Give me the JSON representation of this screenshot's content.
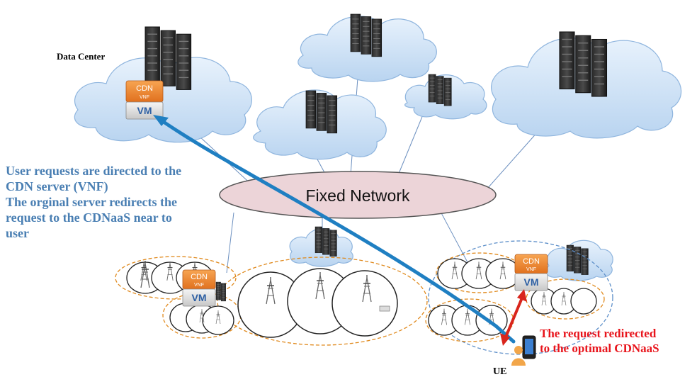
{
  "labels": {
    "data_center": "Data Center",
    "fixed_network": "Fixed Network",
    "ue": "UE",
    "cdn": "CDN",
    "vnf": "VNF",
    "vm": "VM"
  },
  "annotation_left": {
    "line1": "User requests are directed to the",
    "line2": "CDN server (VNF)",
    "line3": "The orginal server redirects the",
    "line4": "request to the CDNaaS near to",
    "line5": "user"
  },
  "annotation_right": {
    "line1": "The request redirected",
    "line2": "to the optimal CDNaaS"
  },
  "colors": {
    "cloud_fill": "#cfe2f6",
    "network_fill": "#ecd4d8",
    "blue_arrow": "#1f7fc2",
    "red_arrow": "#d9251c",
    "caption_blue": "#4a7fb3",
    "red_text": "#e8141b",
    "vnf_orange": "#ef8a2f"
  }
}
